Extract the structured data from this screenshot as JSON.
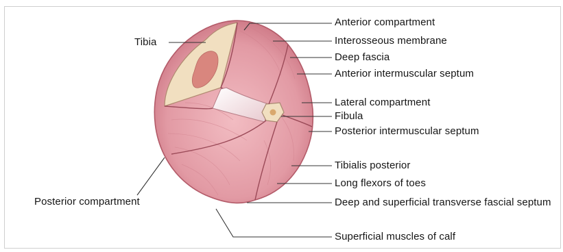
{
  "labels": {
    "tibia": "Tibia",
    "anterior_compartment": "Anterior compartment",
    "interosseous_membrane": "Interosseous membrane",
    "deep_fascia": "Deep fascia",
    "anterior_intermuscular_septum": "Anterior intermuscular septum",
    "lateral_compartment": "Lateral compartment",
    "fibula": "Fibula",
    "posterior_intermuscular_septum": "Posterior intermuscular septum",
    "tibialis_posterior": "Tibialis posterior",
    "long_flexors_of_toes": "Long flexors of toes",
    "deep_and_superficial_transverse_fascial_septum": "Deep and superficial transverse fascial septum",
    "superficial_muscles_of_calf": "Superficial muscles of calf",
    "posterior_compartment": "Posterior compartment"
  },
  "colors": {
    "muscle": "#e29aa4",
    "muscle_dark": "#c9717f",
    "bone": "#f1dfc0",
    "marrow": "#d9867e",
    "leader_line": "#333333"
  }
}
